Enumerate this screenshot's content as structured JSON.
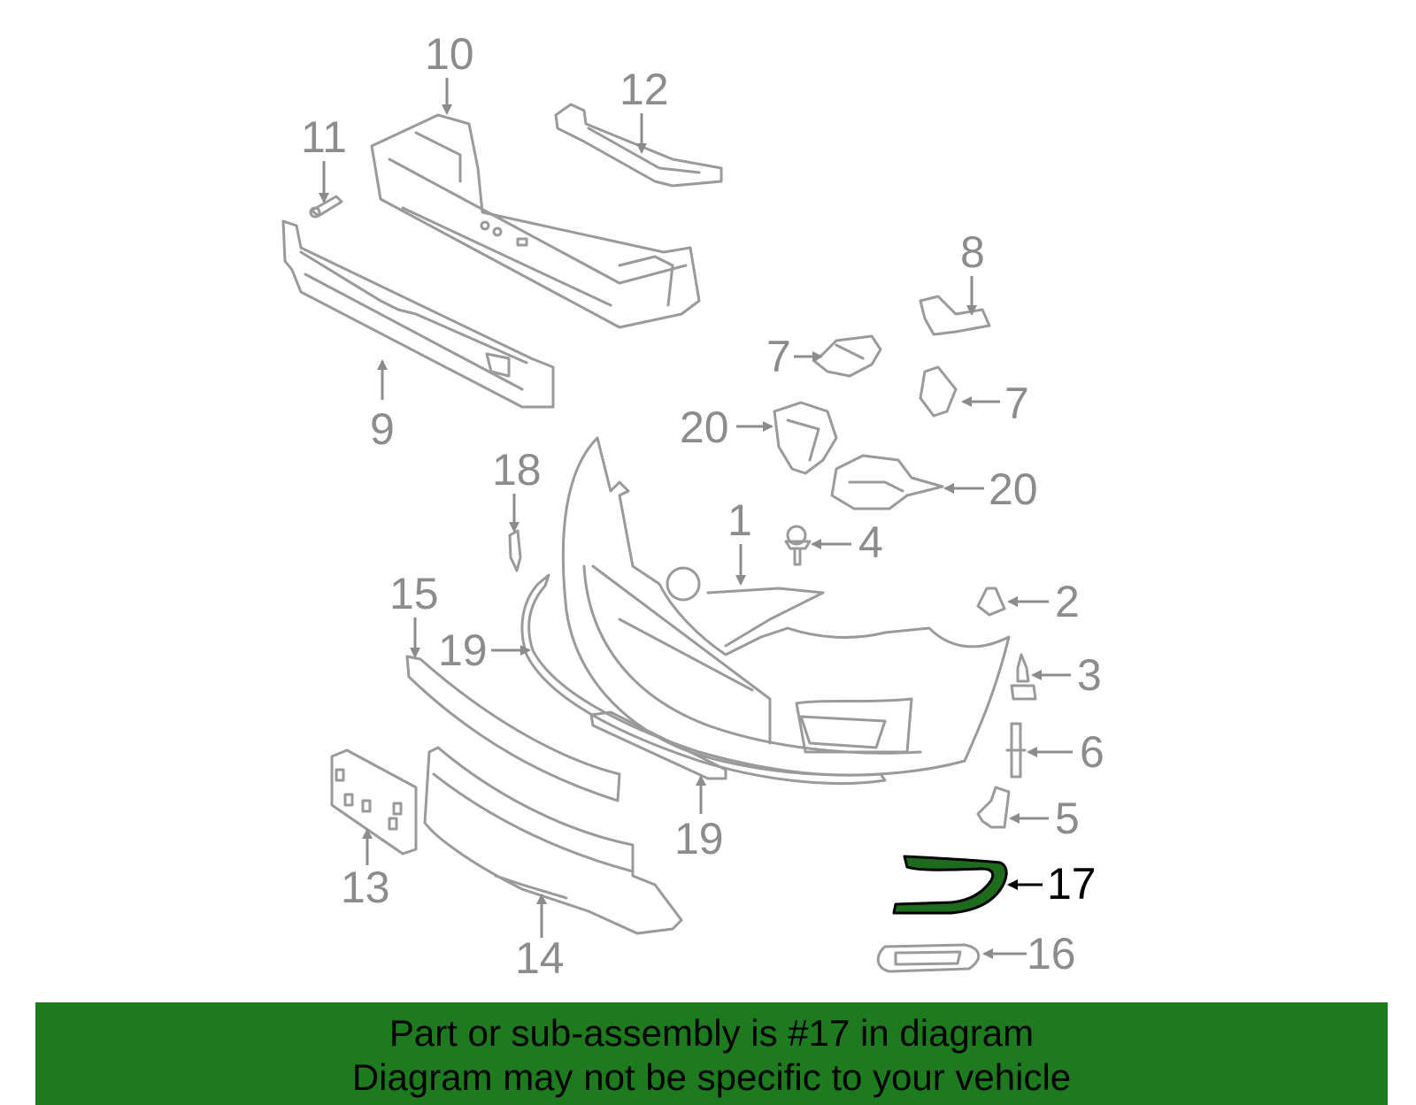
{
  "diagram": {
    "highlight_color": "#1e6b1e",
    "part_color": "#9a9a9a",
    "callouts": {
      "c1": "1",
      "c2": "2",
      "c3": "3",
      "c4": "4",
      "c5": "5",
      "c6": "6",
      "c7a": "7",
      "c7b": "7",
      "c8": "8",
      "c9": "9",
      "c10": "10",
      "c11": "11",
      "c12": "12",
      "c13": "13",
      "c14": "14",
      "c15": "15",
      "c16": "16",
      "c17": "17",
      "c18": "18",
      "c19a": "19",
      "c19b": "19",
      "c20a": "20",
      "c20b": "20"
    }
  },
  "banner": {
    "line1": "Part or sub-assembly is #17 in diagram",
    "line2": "Diagram may not be specific to your vehicle",
    "background": "#1e7a1e"
  }
}
